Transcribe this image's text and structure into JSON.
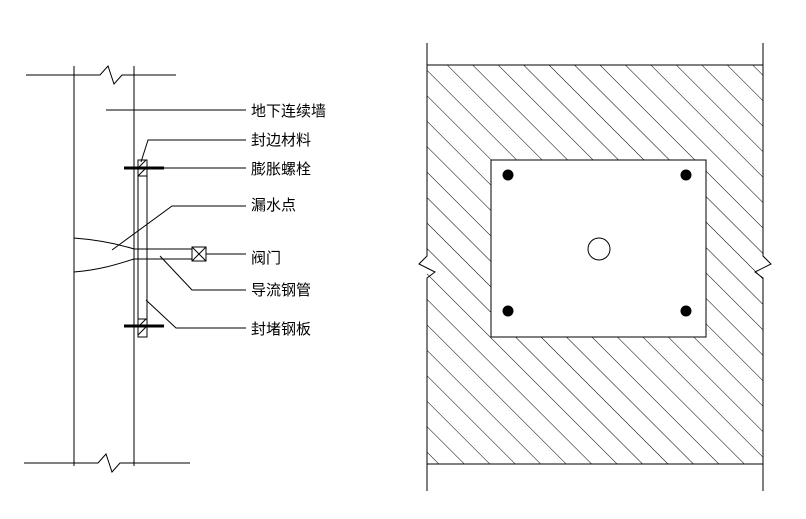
{
  "labels": {
    "wall": "地下连续墙",
    "edge_seal": "封边材料",
    "expansion_bolt": "膨胀螺栓",
    "leak_point": "漏水点",
    "valve": "阀门",
    "drain_pipe": "导流钢管",
    "seal_plate": "封堵钢板"
  }
}
